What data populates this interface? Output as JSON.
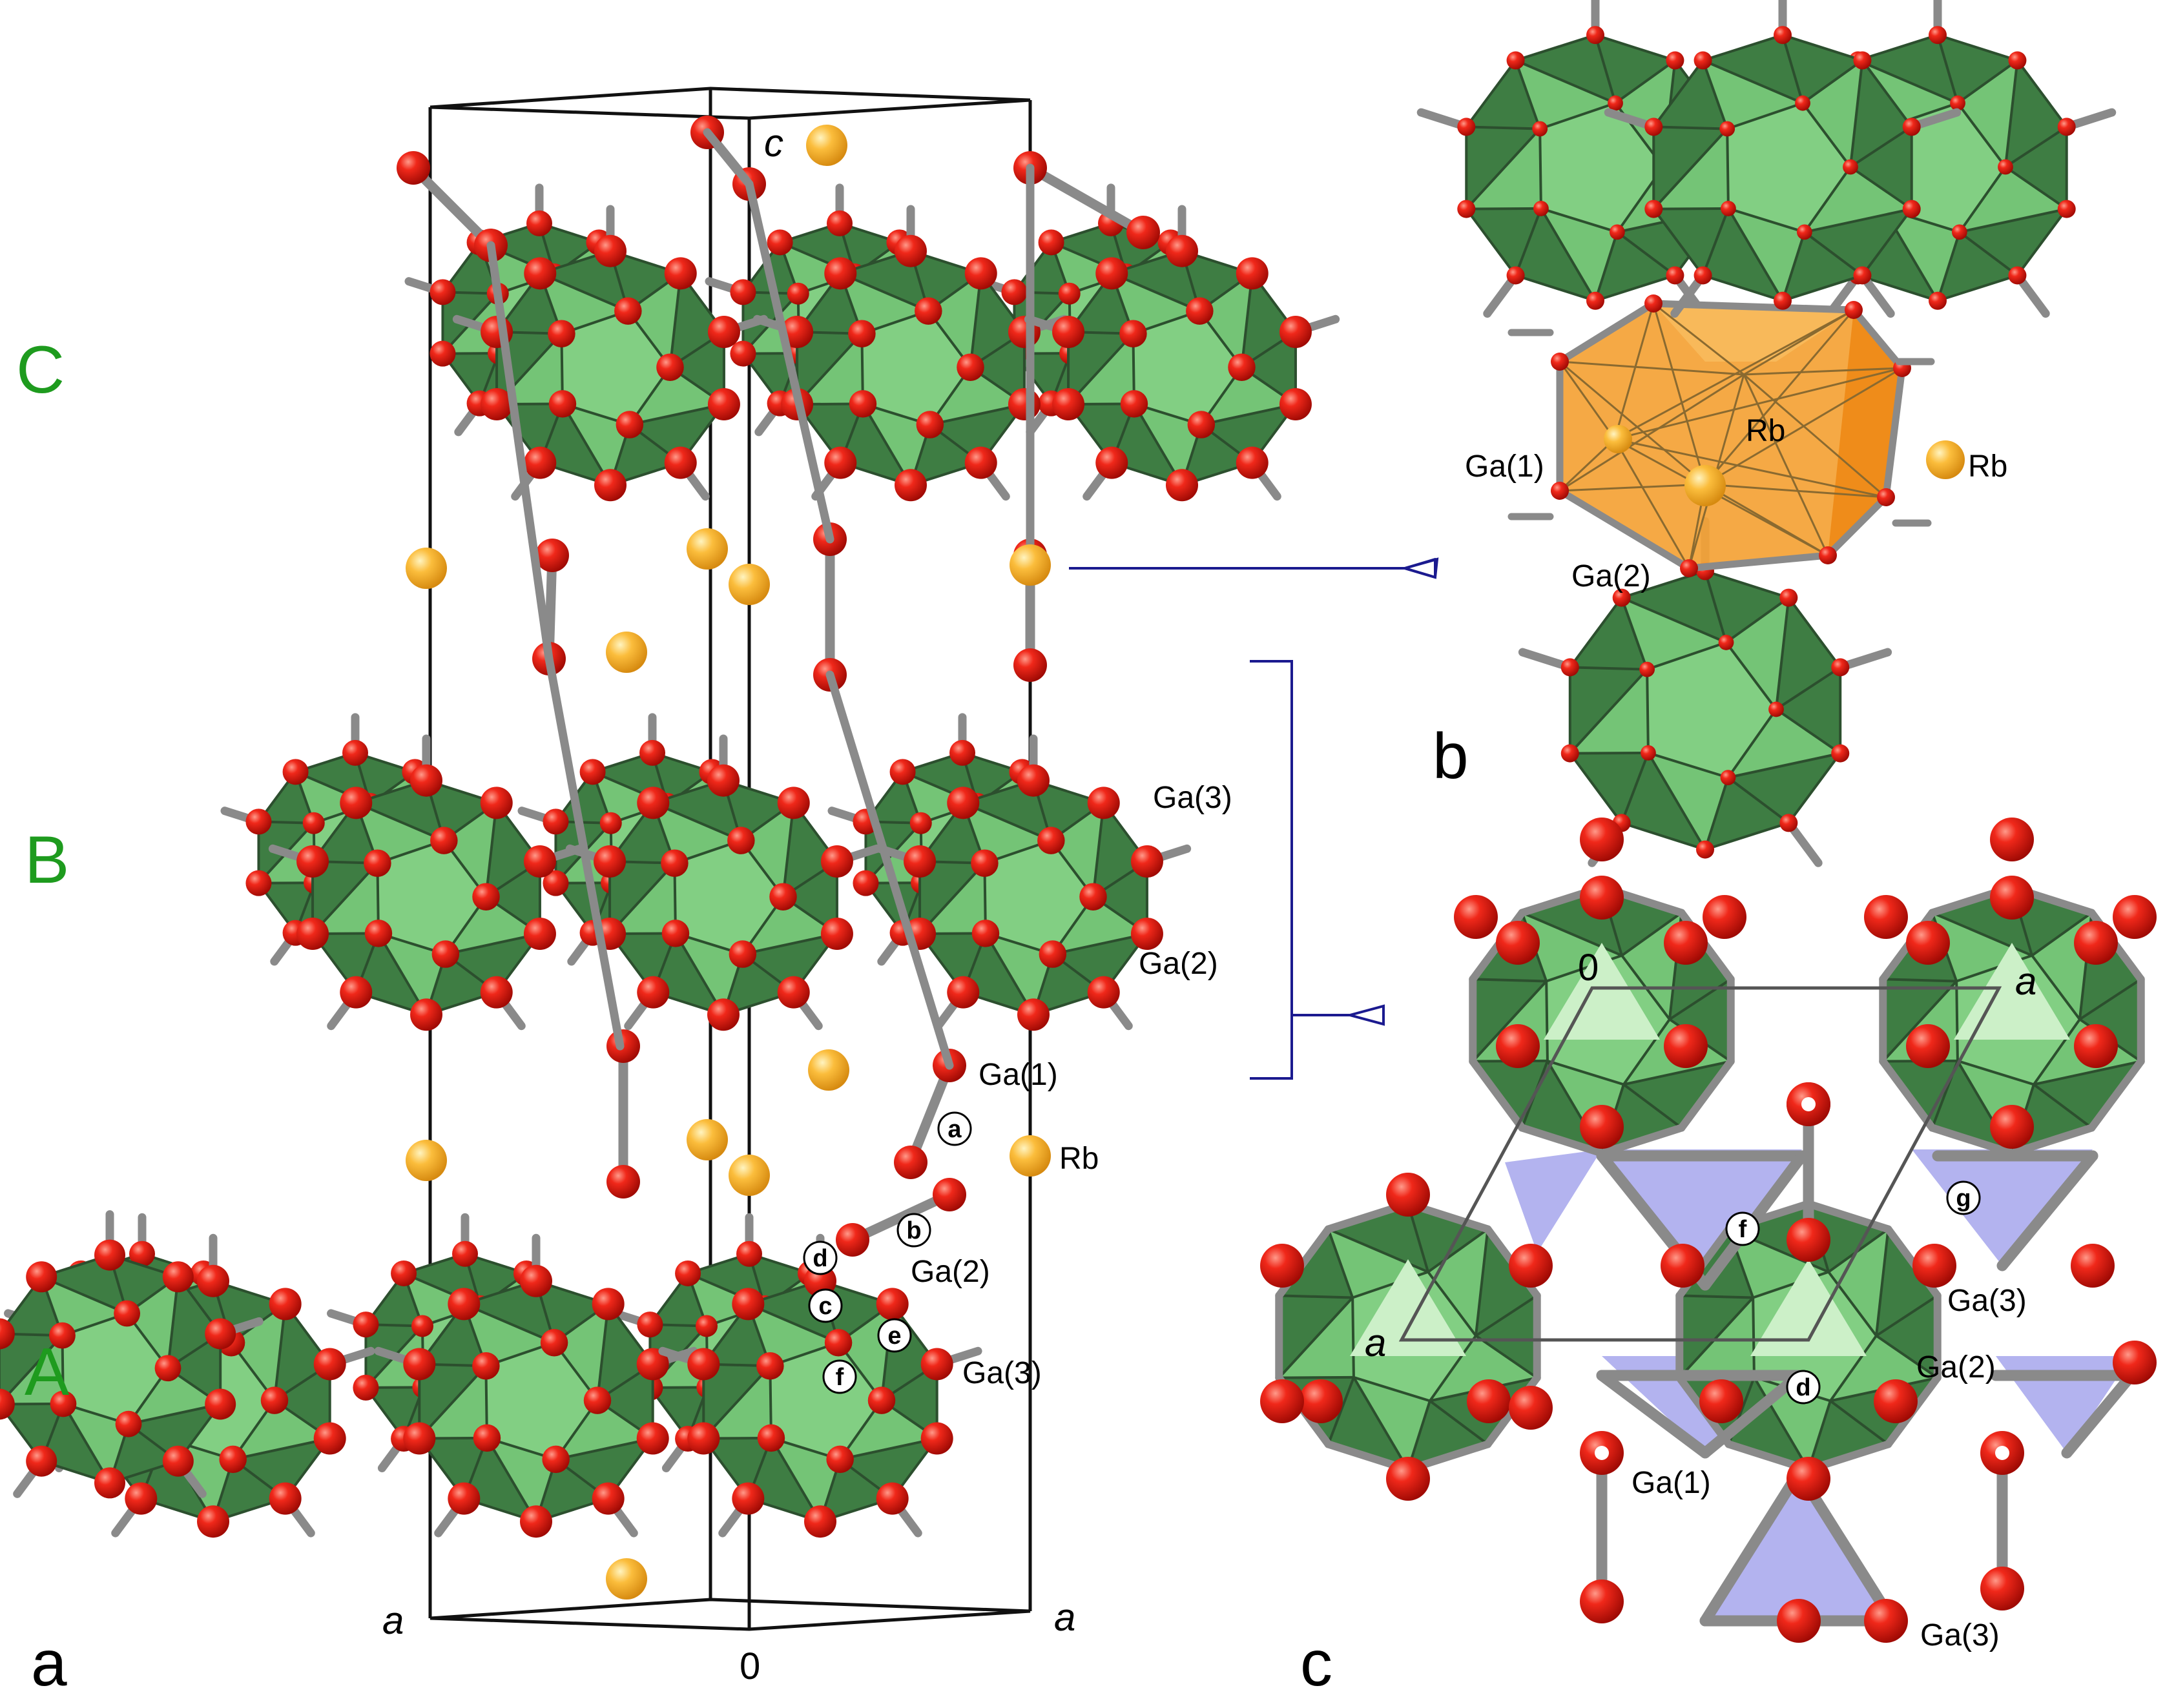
{
  "panels": {
    "a": {
      "label": "a"
    },
    "b": {
      "label": "b"
    },
    "c": {
      "label": "c"
    }
  },
  "layers": {
    "A": "A",
    "B": "B",
    "C": "C"
  },
  "axes": {
    "a": {
      "c": "c",
      "a_left": "a",
      "a_right": "a",
      "origin": "0"
    },
    "c": {
      "origin": "0",
      "a_top": "a",
      "a_left": "a"
    }
  },
  "atoms": {
    "ga1": "Ga(1)",
    "ga2": "Ga(2)",
    "ga3": "Ga(3)",
    "rb": "Rb"
  },
  "markers": {
    "a": "a",
    "b": "b",
    "c": "c",
    "d": "d",
    "e": "e",
    "f": "f",
    "g": "g"
  },
  "colors": {
    "ga_atom": "#e3160c",
    "rb_atom": "#f8b436",
    "icosahedron_light": "#74c476",
    "icosahedron_dark": "#3e7d43",
    "bond": "#8a8a8a",
    "rb_polyhedron": "#f39422",
    "triangle_blue": "#b3b3ef",
    "triangle_green": "#ccf0c8",
    "layer_label": "#1e9b1e",
    "connector": "#1b1a8f"
  }
}
